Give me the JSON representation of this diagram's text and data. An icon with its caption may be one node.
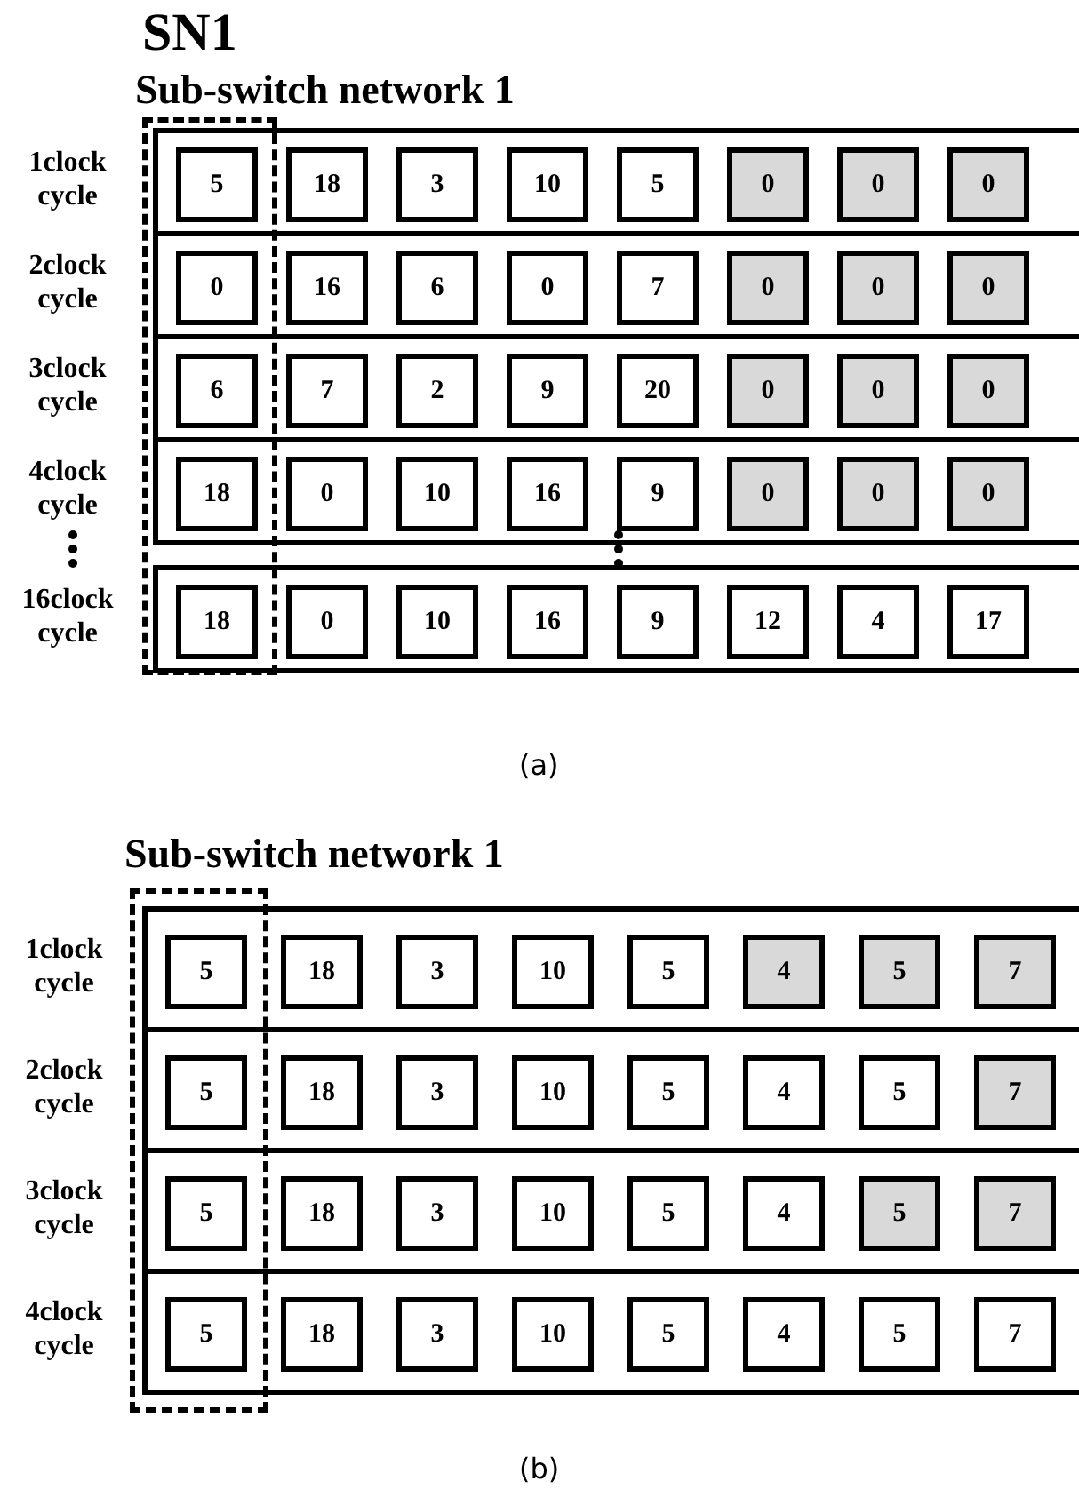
{
  "diagram": {
    "nodes": [
      {
        "text": [
          "1clock cycle"
        ]
      },
      {
        "text": [
          "5"
        ],
        "in": 0
      },
      {
        "text": [
          "18"
        ],
        "in": 0
      },
      {
        "text": [
          "3"
        ],
        "in": 0
      },
      {
        "text": [
          "10"
        ],
        "in": 0
      },
      {
        "text": [
          "5"
        ],
        "in": 0
      },
      {
        "text": [
          "0"
        ],
        "in": 0
      },
      {
        "text": [
          "0"
        ],
        "in": 0
      },
      {
        "text": [
          "0"
        ],
        "in": 0
      },
      {
        "text": [
          "2clock cycle"
        ]
      },
      {
        "text": [
          "0"
        ],
        "in": 9
      },
      {
        "text": [
          "16"
        ],
        "in": 9
      },
      {
        "text": [
          "6"
        ],
        "in": 9
      },
      {
        "text": [
          "0"
        ],
        "in": 9
      },
      {
        "text": [
          "7"
        ],
        "in": 9
      },
      {
        "text": [
          "0"
        ],
        "in": 9
      },
      {
        "text": [
          "0"
        ],
        "in": 9
      },
      {
        "text": [
          "0"
        ],
        "in": 9
      },
      {
        "text": [
          "3clock cycle"
        ]
      },
      {
        "text": [
          "6"
        ],
        "in": 18
      },
      {
        "text": [
          "7"
        ],
        "in": 18
      },
      {
        "text": [
          "2"
        ],
        "in": 18
      },
      {
        "text": [
          "9"
        ],
        "in": 18
      },
      {
        "text": [
          "20"
        ],
        "in": 18
      },
      {
        "text": [
          "0"
        ],
        "in": 18
      },
      {
        "text": [
          "0"
        ],
        "in": 18
      },
      {
        "text": [
          "0"
        ],
        "in": 18
      },
      {
        "text": [
          "4clock cycle"
        ]
      },
      {
        "text": [
          "18"
        ],
        "in": 27
      },
      {
        "text": [
          "0"
        ],
        "in": 27
      },
      {
        "text": [
          "10"
        ],
        "in": 27
      },
      {
        "text": [
          "16"
        ],
        "in": 27
      },
      {
        "text": [
          "9"
        ],
        "in": 27
      },
      {
        "text": [
          "0"
        ],
        "in": 27
      },
      {
        "text": [
          "0"
        ],
        "in": 27
      },
      {
        "text": [
          "0"
        ],
        "in": 27
      },
      {
        "text": [
          "16clock cycle"
        ]
      },
      {
        "text": [
          "18"
        ],
        "in": 36
      },
      {
        "text": [
          "0"
        ],
        "in": 36
      },
      {
        "text": [
          "10"
        ],
        "in": 36
      },
      {
        "text": [
          "16"
        ],
        "in": 36
      },
      {
        "text": [
          "9"
        ],
        "in": 36
      },
      {
        "text": [
          "12"
        ],
        "in": 36
      },
      {
        "text": [
          "4"
        ],
        "in": 36
      },
      {
        "text": [
          "17"
        ],
        "in": 36
      },
      {
        "text": [
          "1clock cycle"
        ]
      },
      {
        "text": [
          "5"
        ],
        "in": 45
      },
      {
        "text": [
          "18"
        ],
        "in": 45
      },
      {
        "text": [
          "3"
        ],
        "in": 45
      },
      {
        "text": [
          "10"
        ],
        "in": 45
      },
      {
        "text": [
          "5"
        ],
        "in": 45
      },
      {
        "text": [
          "4"
        ],
        "in": 45
      },
      {
        "text": [
          "5"
        ],
        "in": 45
      },
      {
        "text": [
          "7"
        ],
        "in": 45
      },
      {
        "text": [
          "2clock cycle"
        ]
      },
      {
        "text": [
          "5"
        ],
        "in": 54
      },
      {
        "text": [
          "18"
        ],
        "in": 54
      },
      {
        "text": [
          "3"
        ],
        "in": 54
      },
      {
        "text": [
          "10"
        ],
        "in": 54
      },
      {
        "text": [
          "5"
        ],
        "in": 54
      },
      {
        "text": [
          "4"
        ],
        "in": 54
      },
      {
        "text": [
          "5"
        ],
        "in": 54
      },
      {
        "text": [
          "7"
        ],
        "in": 54
      },
      {
        "text": [
          "3clock cycle"
        ]
      },
      {
        "text": [
          "5"
        ],
        "in": 63
      },
      {
        "text": [
          "18"
        ],
        "in": 63
      },
      {
        "text": [
          "3"
        ],
        "in": 63
      },
      {
        "text": [
          "10"
        ],
        "in": 63
      },
      {
        "text": [
          "5"
        ],
        "in": 63
      },
      {
        "text": [
          "4"
        ],
        "in": 63
      },
      {
        "text": [
          "5"
        ],
        "in": 63
      },
      {
        "text": [
          "7"
        ],
        "in": 63
      },
      {
        "text": [
          "4clock cycle"
        ]
      },
      {
        "text": [
          "5"
        ],
        "in": 72
      },
      {
        "text": [
          "18"
        ],
        "in": 72
      },
      {
        "text": [
          "3"
        ],
        "in": 72
      },
      {
        "text": [
          "10"
        ],
        "in": 72
      },
      {
        "text": [
          "5"
        ],
        "in": 72
      },
      {
        "text": [
          "4"
        ],
        "in": 72
      },
      {
        "text": [
          "5"
        ],
        "in": 72
      },
      {
        "text": [
          "7"
        ],
        "in": 72
      }
    ],
    "labels": [
      "SN1",
      "Sub-switch network 1",
      "(a)",
      "Sub-switch network 1",
      "(b)"
    ]
  }
}
